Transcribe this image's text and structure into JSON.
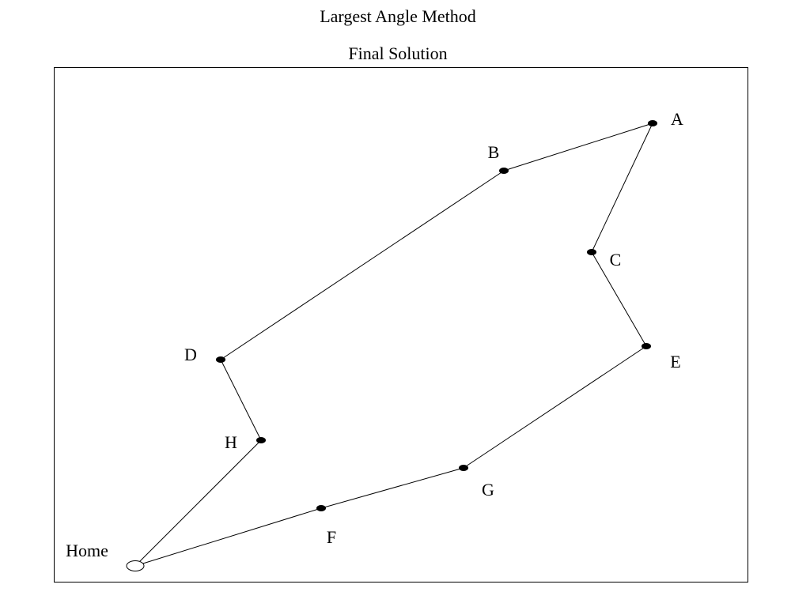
{
  "header": {
    "title": "Largest Angle Method",
    "subtitle": "Final Solution"
  },
  "diagram": {
    "nodes": [
      {
        "id": "Home",
        "label": "Home"
      },
      {
        "id": "A",
        "label": "A"
      },
      {
        "id": "B",
        "label": "B"
      },
      {
        "id": "C",
        "label": "C"
      },
      {
        "id": "D",
        "label": "D"
      },
      {
        "id": "E",
        "label": "E"
      },
      {
        "id": "F",
        "label": "F"
      },
      {
        "id": "G",
        "label": "G"
      },
      {
        "id": "H",
        "label": "H"
      }
    ],
    "route": [
      "Home",
      "H",
      "D",
      "B",
      "A",
      "C",
      "E",
      "G",
      "F",
      "Home"
    ],
    "colors": {
      "stroke": "#000000",
      "node_fill": "#000000",
      "home_fill": "#ffffff",
      "background": "#ffffff"
    }
  }
}
